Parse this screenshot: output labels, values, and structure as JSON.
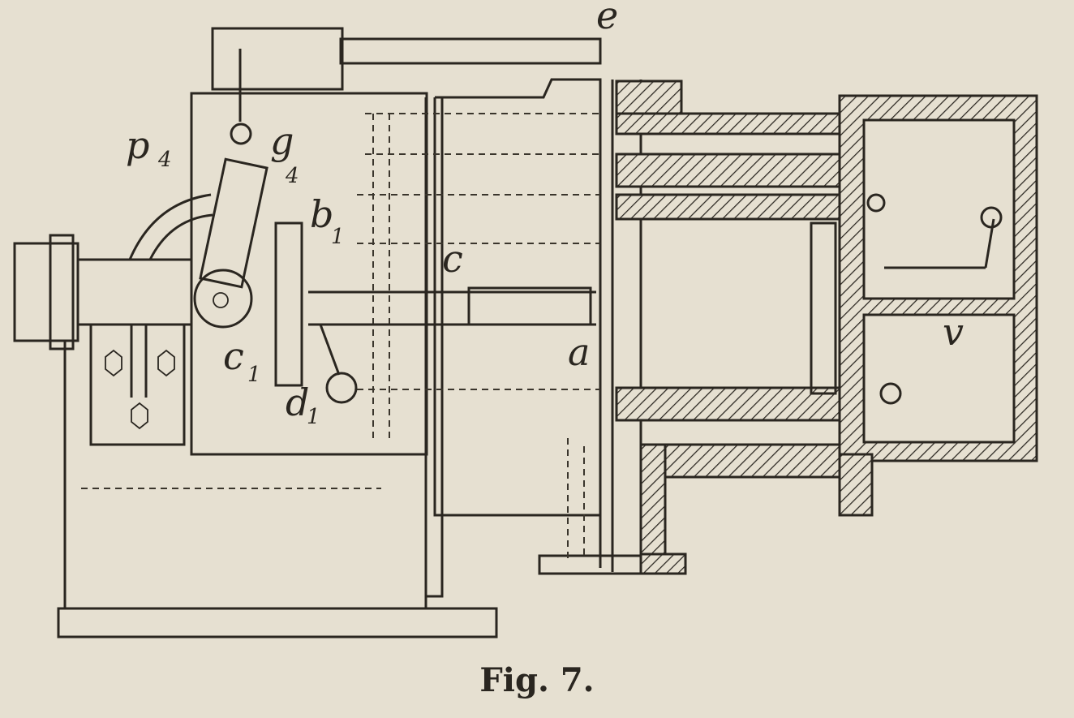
{
  "figure": {
    "caption": "Fig. 7.",
    "labels": {
      "e": "e",
      "p": "p",
      "p_sub": "4",
      "g": "g",
      "g_sub": "4",
      "b": "b",
      "b_sub": "1",
      "c": "c",
      "c1": "c",
      "c1_sub": "1",
      "d": "d",
      "d_sub": "1",
      "a": "a",
      "v": "v"
    }
  }
}
